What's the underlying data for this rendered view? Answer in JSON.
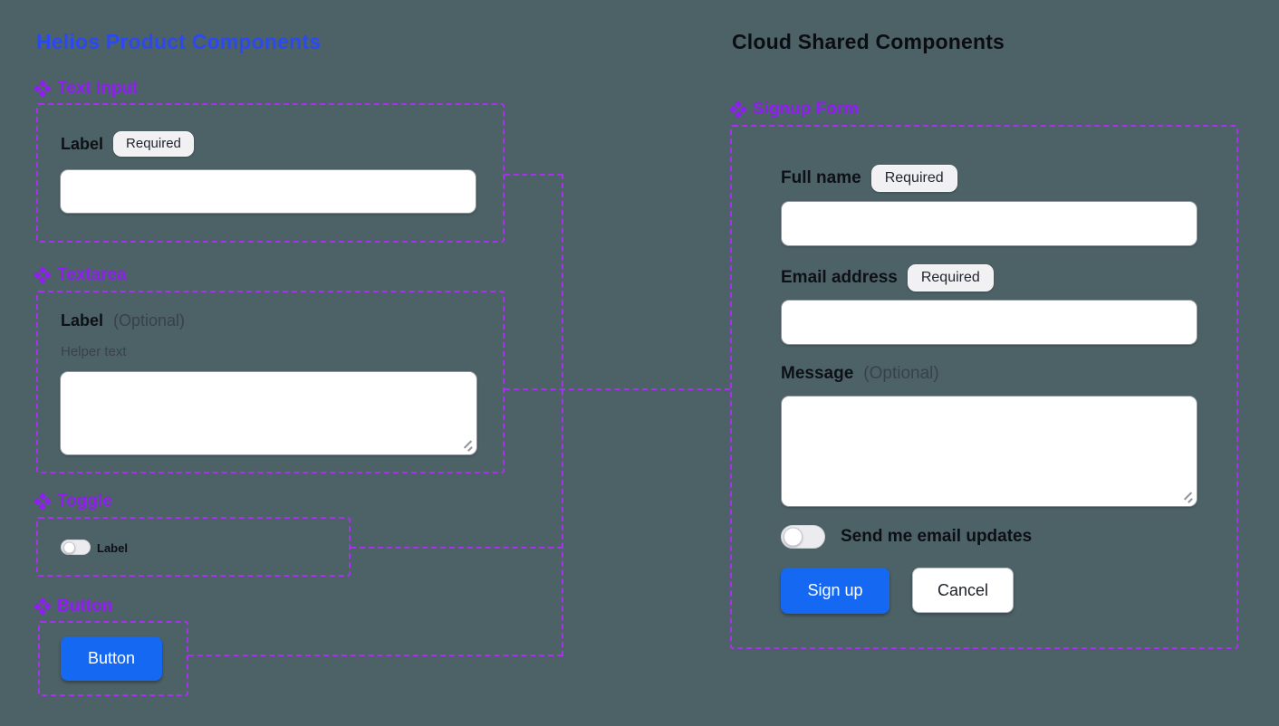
{
  "sections": {
    "left_title": "Helios Product Components",
    "right_title": "Cloud Shared Components"
  },
  "icons": {
    "component_icon": "component-diamond (Figma-style four-diamond component glyph)"
  },
  "colors": {
    "background": "#4d6266",
    "left_title": "#2b49f2",
    "right_title": "#0b0d12",
    "component_label": "#8f1ef0",
    "outline": "#ab2ff2",
    "primary_button": "#1568f2",
    "badge_bg": "#f1f1f4",
    "muted_text": "#39414a"
  },
  "text_input": {
    "heading": "Text Input",
    "label": "Label",
    "badge": "Required",
    "value": "",
    "placeholder": ""
  },
  "textarea": {
    "heading": "Textarea",
    "label": "Label",
    "optional": "(Optional)",
    "helper": "Helper text",
    "value": "",
    "placeholder": ""
  },
  "toggle": {
    "heading": "Toggle",
    "label": "Label",
    "state": "off"
  },
  "button": {
    "heading": "Button",
    "label": "Button"
  },
  "signup": {
    "heading": "Signup Form",
    "full_name": {
      "label": "Full name",
      "badge": "Required",
      "value": "",
      "placeholder": ""
    },
    "email": {
      "label": "Email address",
      "badge": "Required",
      "value": "",
      "placeholder": ""
    },
    "message": {
      "label": "Message",
      "optional": "(Optional)",
      "value": "",
      "placeholder": ""
    },
    "updates_toggle": {
      "label": "Send me email updates",
      "state": "off"
    },
    "submit_label": "Sign up",
    "cancel_label": "Cancel"
  }
}
